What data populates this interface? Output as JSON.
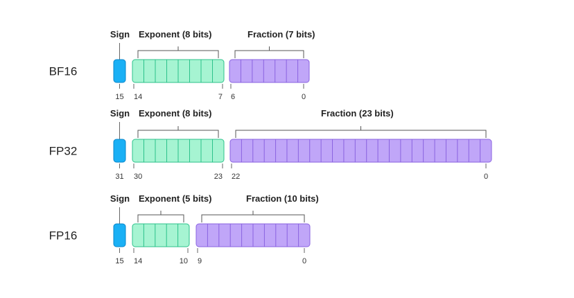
{
  "formats": [
    {
      "name": "BF16",
      "sign_label": "Sign",
      "exponent_label": "Exponent (8 bits)",
      "fraction_label": "Fraction (7 bits)",
      "exponent_bits": 8,
      "fraction_bits": 7,
      "indices": {
        "sign": "15",
        "exp_hi": "14",
        "exp_lo": "7",
        "frac_hi": "6",
        "frac_lo": "0"
      }
    },
    {
      "name": "FP32",
      "sign_label": "Sign",
      "exponent_label": "Exponent (8 bits)",
      "fraction_label": "Fraction (23 bits)",
      "exponent_bits": 8,
      "fraction_bits": 23,
      "indices": {
        "sign": "31",
        "exp_hi": "30",
        "exp_lo": "23",
        "frac_hi": "22",
        "frac_lo": "0"
      }
    },
    {
      "name": "FP16",
      "sign_label": "Sign",
      "exponent_label": "Exponent (5 bits)",
      "fraction_label": "Fraction (10 bits)",
      "exponent_bits": 5,
      "fraction_bits": 10,
      "indices": {
        "sign": "15",
        "exp_hi": "14",
        "exp_lo": "10",
        "frac_hi": "9",
        "frac_lo": "0"
      }
    }
  ],
  "colors": {
    "sign_fill": "#1ab0f5",
    "sign_stroke": "#0a86c9",
    "exponent_fill": "#a6f4d2",
    "exponent_stroke": "#2cc28b",
    "fraction_fill": "#c0a6f8",
    "fraction_stroke": "#8a63e0"
  }
}
